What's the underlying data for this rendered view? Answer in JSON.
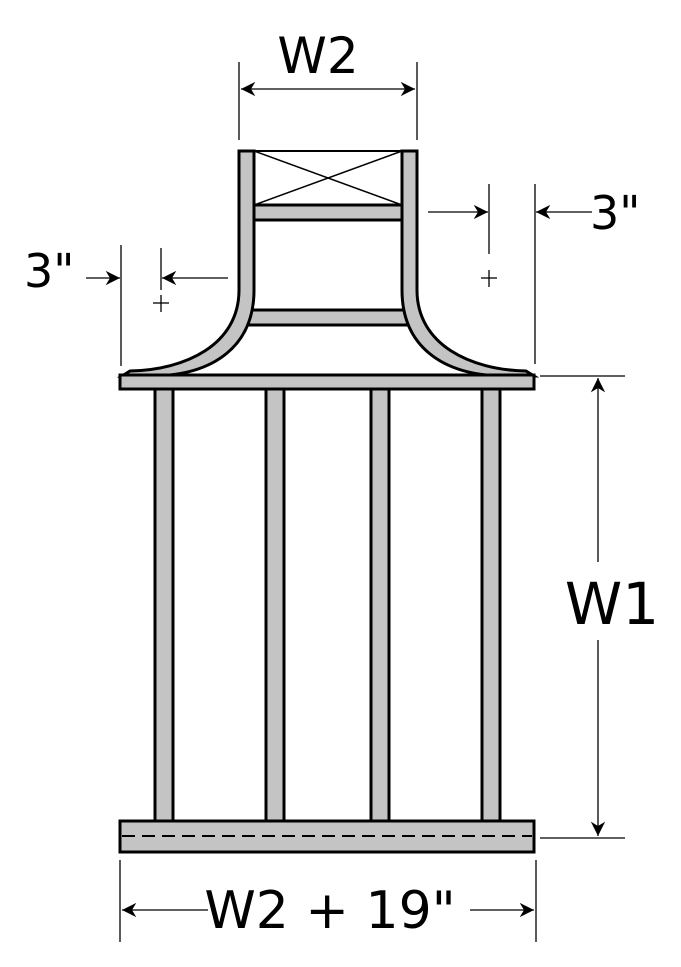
{
  "labels": {
    "top_width": "W2",
    "height": "W1",
    "base_width": "W2 + 19\"",
    "offset_left": "3\"",
    "offset_right": "3\""
  },
  "colors": {
    "lumber": "#c4c4c4",
    "ink": "#000000",
    "background": "#ffffff"
  }
}
